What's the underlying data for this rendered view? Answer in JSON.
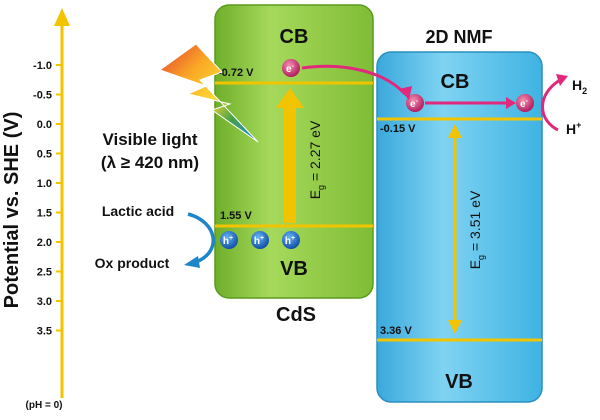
{
  "axis": {
    "label": "Potential vs. SHE (V)",
    "ticks": [
      "-1.0",
      "-0.5",
      "0.0",
      "0.5",
      "1.0",
      "1.5",
      "2.0",
      "2.5",
      "3.0",
      "3.5"
    ],
    "footnote": "(pH = 0)"
  },
  "cds": {
    "name": "CdS",
    "cb_label": "CB",
    "vb_label": "VB",
    "cb_potential": "-0.72 V",
    "vb_potential": "1.55 V",
    "bandgap_label": "E",
    "bandgap_sub": "g",
    "bandgap_value": " = 2.27 eV",
    "color": "#8fc63f"
  },
  "nmf": {
    "name": "2D NMF",
    "cb_label": "CB",
    "vb_label": "VB",
    "cb_potential": "-0.15 V",
    "vb_potential": "3.36 V",
    "bandgap_label": "E",
    "bandgap_sub": "g",
    "bandgap_value": " = 3.51 eV",
    "color": "#4fbfe8"
  },
  "light": {
    "line1": "Visible light",
    "line2": "(λ ≥ 420 nm)"
  },
  "reactions": {
    "lactic_acid": "Lactic acid",
    "ox_product": "Ox product",
    "h2_base": "H",
    "h2_sub": "2",
    "hplus_base": "H",
    "hplus_sup": "+"
  },
  "carriers": {
    "electron_base": "e",
    "electron_sup": "-",
    "hole_base": "h",
    "hole_sup": "+"
  },
  "colors": {
    "axis": "#f2c400",
    "band_line": "#f2c400",
    "electron": "#c2185b",
    "hole": "#1e73be",
    "arrow_pink": "#e0287d",
    "arrow_blue": "#1e86c8"
  }
}
